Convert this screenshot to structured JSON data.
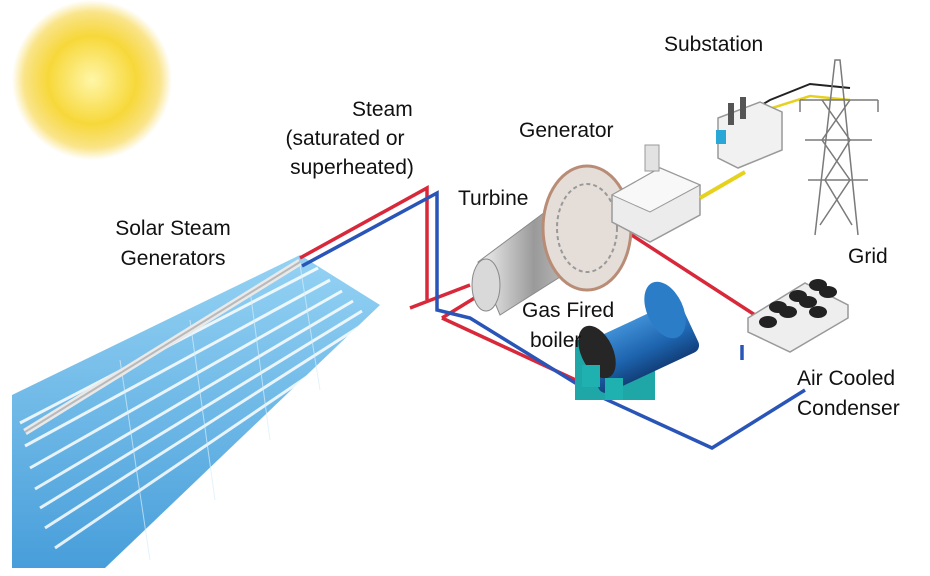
{
  "labels": {
    "substation": "Substation",
    "steam_line1": "Steam",
    "steam_line2": "(saturated or",
    "steam_line3": "superheated)",
    "generator": "Generator",
    "turbine": "Turbine",
    "solar_line1": "Solar Steam",
    "solar_line2": "Generators",
    "grid": "Grid",
    "boiler_line1": "Gas Fired",
    "boiler_line2": "boiler",
    "condenser_line1": "Air Cooled",
    "condenser_line2": "Condenser"
  },
  "colors": {
    "hot_pipe": "#d8283a",
    "cold_pipe": "#2a55b8",
    "mirror": "#5fb3e6",
    "sun": "#f5cf2a",
    "power_line": "#e6d21e",
    "boiler": "#1e6fb8",
    "condenser_fan": "#222222"
  }
}
